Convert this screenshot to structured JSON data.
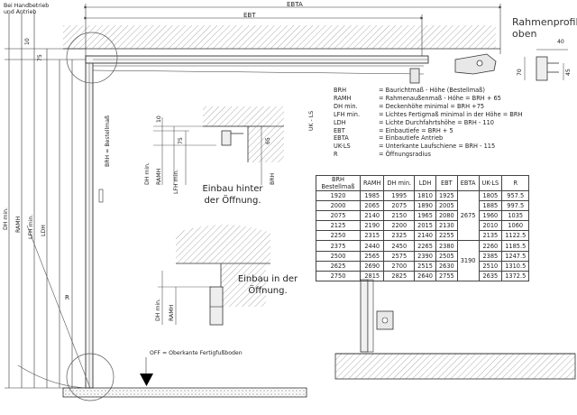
{
  "labels": {
    "handbetrieb": "Bei Handbetrieb und Antrieb",
    "ebta": "EBTA",
    "ebt": "EBT",
    "rahmenprofil": "Rahmenprofil oben",
    "profil_w": "40",
    "profil_h1": "70",
    "profil_h2": "45",
    "dim_10": "10",
    "dim_75": "75",
    "dim_brh": "BRH = Bestellmaß",
    "dim_ramh": "RAMH",
    "dim_dhmin": "DH min.",
    "dim_lfhmin": "LFH min.",
    "dim_ldh": "LDH",
    "dim_r": "R",
    "uk_ls": "UK - LS",
    "detail1_10": "10",
    "detail1_75": "75",
    "detail1_65": "65",
    "detail1_dh": "DH min.",
    "detail1_ramh": "RAMH",
    "detail1_lfh": "LFH min.",
    "detail1_brh": "BRH",
    "detail2_dh": "DH min.",
    "detail2_ramh": "RAMH",
    "caption_hinter": "Einbau hinter der Öffnung.",
    "caption_in": "Einbau in der Öffnung.",
    "off": "OFF = Oberkante Fertigfußboden"
  },
  "legend": [
    {
      "k": "BRH",
      "v": "= Baurichtmaß - Höhe (Bestellmaß)"
    },
    {
      "k": "RAMH",
      "v": "= Rahmenaußenmaß - Höhe = BRH + 65"
    },
    {
      "k": "DH min.",
      "v": "= Deckenhöhe minimal = BRH +75"
    },
    {
      "k": "LFH min.",
      "v": "= Lichtes Fertigmaß minimal in der Höhe = BRH"
    },
    {
      "k": "LDH",
      "v": "= Lichte Durchfahrtshöhe = BRH - 110"
    },
    {
      "k": "EBT",
      "v": "= Einbautiefe = BRH + 5"
    },
    {
      "k": "EBTA",
      "v": "= Einbautiefe Antrieb"
    },
    {
      "k": "UK-LS",
      "v": "= Unterkante Laufschiene = BRH - 115"
    },
    {
      "k": "R",
      "v": "= Öffnungsradius"
    }
  ],
  "table": {
    "headers": [
      "BRH Bestellmaß",
      "RAMH",
      "DH min.",
      "LDH",
      "EBT",
      "EBTA",
      "UK-LS",
      "R"
    ],
    "rows": [
      [
        "1920",
        "1985",
        "1995",
        "1810",
        "1925",
        "1805",
        "957.5"
      ],
      [
        "2000",
        "2065",
        "2075",
        "1890",
        "2005",
        "1885",
        "997.5"
      ],
      [
        "2075",
        "2140",
        "2150",
        "1965",
        "2080",
        "1960",
        "1035"
      ],
      [
        "2125",
        "2190",
        "2200",
        "2015",
        "2130",
        "2010",
        "1060"
      ],
      [
        "2250",
        "2315",
        "2325",
        "2140",
        "2255",
        "2135",
        "1122.5"
      ],
      [
        "2375",
        "2440",
        "2450",
        "2265",
        "2380",
        "2260",
        "1185.5"
      ],
      [
        "2500",
        "2565",
        "2575",
        "2390",
        "2505",
        "2385",
        "1247.5"
      ],
      [
        "2625",
        "2690",
        "2700",
        "2515",
        "2630",
        "2510",
        "1310.5"
      ],
      [
        "2750",
        "2815",
        "2825",
        "2640",
        "2755",
        "2635",
        "1372.5"
      ]
    ],
    "ebta_a": "2675",
    "ebta_b": "3190"
  }
}
